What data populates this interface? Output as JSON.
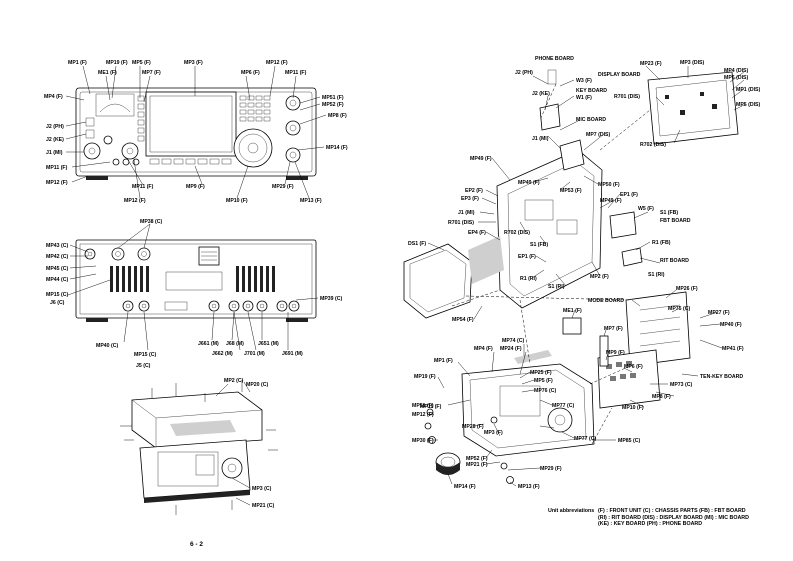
{
  "page_number": "6 - 2",
  "abbreviations": {
    "heading": "Unit abbreviations",
    "lines": [
      "(F) : FRONT UNIT (C) : CHASSIS PARTS (FB) : FBT BOARD",
      "(RI) : RIT BOARD (DIS) : DISPLAY BOARD (MI) : MIC BOARD",
      "(KE) : KEY BOARD (PH) : PHONE BOARD"
    ]
  },
  "front_panel_labels": [
    "MP1 (F)",
    "MP19 (F)",
    "MP5 (F)",
    "ME1 (F)",
    "MP7 (F)",
    "MP3 (F)",
    "MP6 (F)",
    "MP12 (F)",
    "MP11 (F)",
    "MP4 (F)",
    "MP51 (F)",
    "MP52 (F)",
    "MP8 (F)",
    "J2 (PH)",
    "J2 (KE)",
    "MP14 (F)",
    "J1 (MI)",
    "MP11 (F)",
    "MP12 (F)",
    "MP11 (F)",
    "MP9 (F)",
    "MP29 (F)",
    "MP12 (F)",
    "MP10 (F)",
    "MP13 (F)"
  ],
  "rear_panel_labels": [
    "MP38 (C)",
    "MP43 (C)",
    "MP42 (C)",
    "MP45 (C)",
    "MP44 (C)",
    "MP15 (C)",
    "J6 (C)",
    "MP39 (C)",
    "MP40 (C)",
    "J661 (M)",
    "J68 (M)",
    "J651 (M)",
    "J662 (M)",
    "J701 (M)",
    "J691 (M)",
    "MP15 (C)",
    "J5 (C)"
  ],
  "cover_labels": [
    "MP2 (C)",
    "MP20 (C)",
    "MP3 (C)",
    "MP21 (C)"
  ],
  "exploded_labels": [
    "PHONE BOARD",
    "J2 (PH)",
    "W3 (F)",
    "KEY BOARD",
    "J2 (KE)",
    "W1 (F)",
    "MIC BOARD",
    "J1 (MI)",
    "MP23 (F)",
    "DISPLAY BOARD",
    "MP3 (DIS)",
    "MP4 (DIS)",
    "MP6 (DIS)",
    "MP1 (DIS)",
    "MP5 (DIS)",
    "R701 (DIS)",
    "R702 (DIS)",
    "MP7 (DIS)",
    "MP49 (F)",
    "MP49 (F)",
    "MP53 (F)",
    "MP50 (F)",
    "MP49 (F)",
    "EP1 (F)",
    "EP2 (F)",
    "EP3 (F)",
    "J1 (MI)",
    "R701 (DIS)",
    "R702 (DIS)",
    "W5 (F)",
    "S1 (FB)",
    "FBT BOARD",
    "EP4 (F)",
    "S1 (FB)",
    "R1 (FB)",
    "RIT BOARD",
    "DS1 (F)",
    "EP1 (F)",
    "MP2 (F)",
    "R1 (RI)",
    "S1 (RI)",
    "S1 (RI)",
    "MP54 (F)",
    "MODE BOARD",
    "ME1 (F)",
    "MP26 (F)",
    "MP75 (C)",
    "MP27 (F)",
    "MP7 (F)",
    "MP40 (F)",
    "MP41 (F)",
    "MP74 (C)",
    "MP9 (F)",
    "MP4 (F)",
    "MP24 (F)",
    "MP6 (F)",
    "TEN-KEY BOARD",
    "MP1 (F)",
    "MP25 (F)",
    "MP73 (C)",
    "MP19 (F)",
    "MP5 (F)",
    "MP8 (F)",
    "MP76 (C)",
    "MP10 (F)",
    "MP51 (F)",
    "MP77 (C)",
    "MP11 (F)",
    "MP12 (F)",
    "MP28 (F)",
    "MP77 (C)",
    "MP3 (F)",
    "MP85 (C)",
    "MP30 (F)",
    "MP52 (F)",
    "MP21 (F)",
    "MP29 (F)",
    "MP14 (F)",
    "MP13 (F)"
  ],
  "colors": {
    "ink": "#000000",
    "paper": "#ffffff"
  }
}
